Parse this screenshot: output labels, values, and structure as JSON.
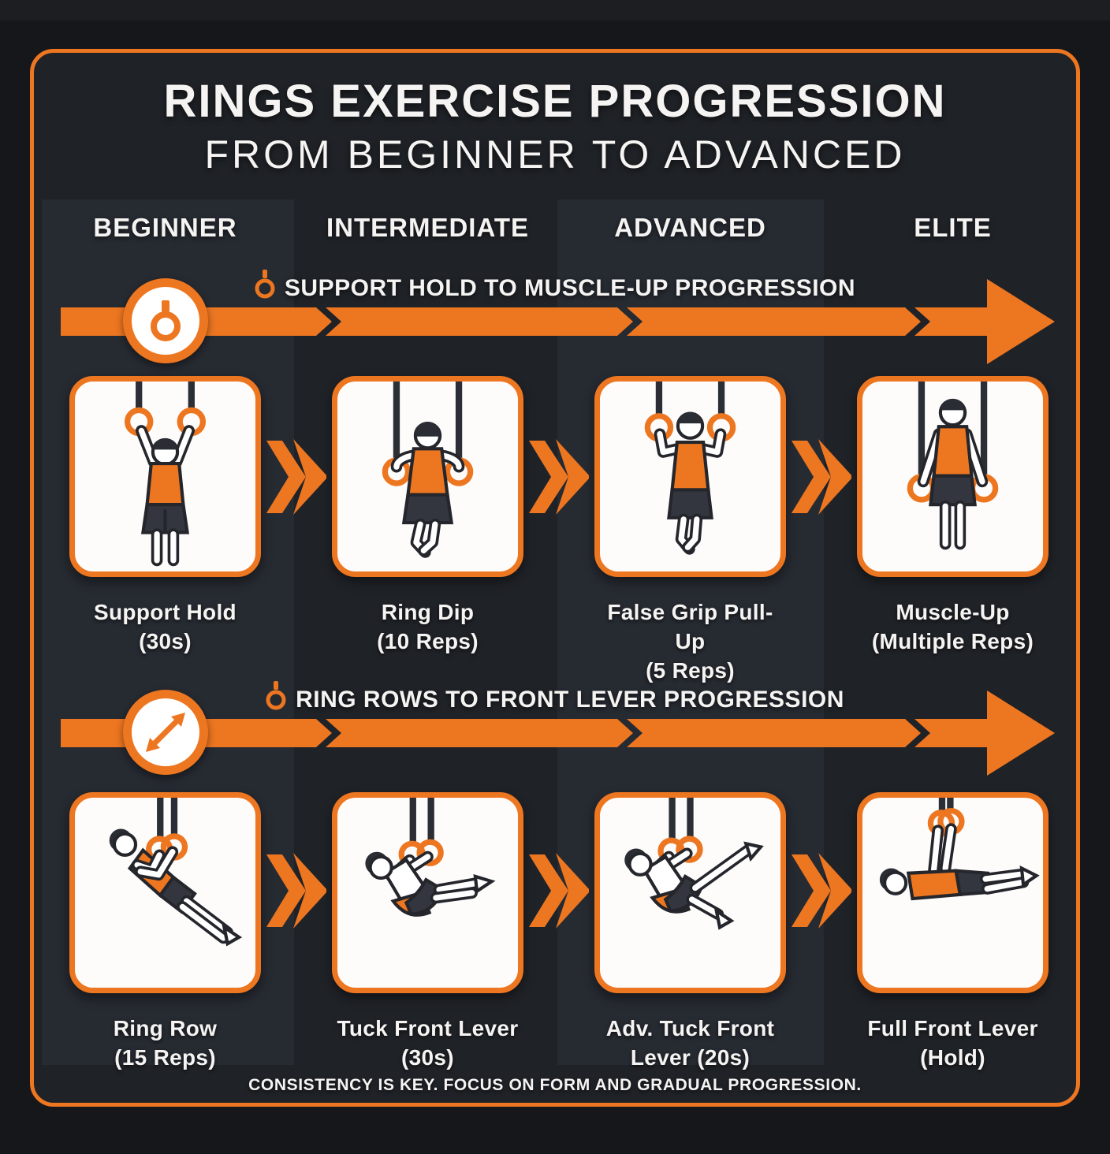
{
  "colors": {
    "accent": "#ED7621",
    "background": "#16171B",
    "panel": "#1F2227",
    "column_band": "#262A31",
    "card_white": "#FDFCFB",
    "text_white": "#F5F4F2",
    "figure_dark": "#33363E"
  },
  "header": {
    "title": "RINGS EXERCISE PROGRESSION",
    "subtitle": "FROM BEGINNER TO ADVANCED"
  },
  "levels": [
    "BEGINNER",
    "INTERMEDIATE",
    "ADVANCED",
    "ELITE"
  ],
  "sections": [
    {
      "heading": "SUPPORT HOLD TO MUSCLE-UP PROGRESSION",
      "badge_icon": "gymnastic-ring",
      "cards": [
        {
          "name": "Support Hold",
          "detail": "(30s)",
          "illustration": "support-hold"
        },
        {
          "name": "Ring Dip",
          "detail": "(10 Reps)",
          "illustration": "ring-dip"
        },
        {
          "name": "False Grip Pull-Up",
          "detail": "(5 Reps)",
          "illustration": "false-grip-pull-up"
        },
        {
          "name": "Muscle-Up",
          "detail": "(Multiple Reps)",
          "illustration": "muscle-up"
        }
      ]
    },
    {
      "heading": "RING ROWS TO FRONT LEVER PROGRESSION",
      "badge_icon": "diagonal-arrows",
      "cards": [
        {
          "name": "Ring Row",
          "detail": "(15 Reps)",
          "illustration": "ring-row"
        },
        {
          "name": "Tuck Front Lever",
          "detail": "(30s)",
          "illustration": "tuck-front-lever"
        },
        {
          "name": "Adv. Tuck Front",
          "detail": "Lever (20s)",
          "illustration": "adv-tuck-front-lever"
        },
        {
          "name": "Full Front Lever",
          "detail": "(Hold)",
          "illustration": "full-front-lever"
        }
      ]
    }
  ],
  "footer": {
    "note": "CONSISTENCY IS KEY. FOCUS ON FORM AND GRADUAL PROGRESSION."
  }
}
